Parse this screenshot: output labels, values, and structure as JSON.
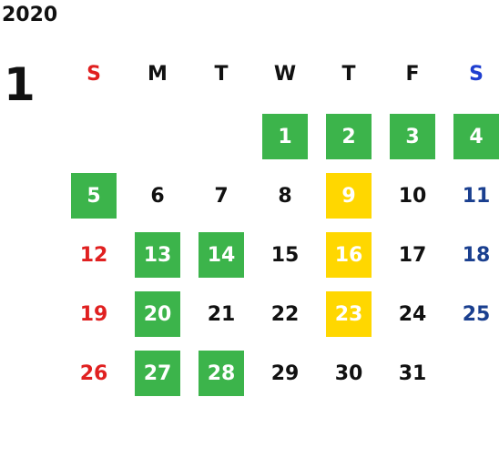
{
  "year": "2020",
  "month": "1",
  "weekdays": [
    "S",
    "M",
    "T",
    "W",
    "T",
    "F",
    "S"
  ],
  "colors": {
    "holiday_green": "#3cb44b",
    "highlight_yellow": "#ffd700",
    "sunday_red": "#e02020",
    "saturday_blue": "#1a3f8f",
    "saturday_header_blue": "#1f3fd0"
  },
  "weeks": [
    [
      null,
      null,
      null,
      {
        "d": "1",
        "mark": "green"
      },
      {
        "d": "2",
        "mark": "green"
      },
      {
        "d": "3",
        "mark": "green"
      },
      {
        "d": "4",
        "mark": "green"
      }
    ],
    [
      {
        "d": "5",
        "mark": "green"
      },
      {
        "d": "6"
      },
      {
        "d": "7"
      },
      {
        "d": "8"
      },
      {
        "d": "9",
        "mark": "yellow"
      },
      {
        "d": "10"
      },
      {
        "d": "11"
      }
    ],
    [
      {
        "d": "12"
      },
      {
        "d": "13",
        "mark": "green"
      },
      {
        "d": "14",
        "mark": "green"
      },
      {
        "d": "15"
      },
      {
        "d": "16",
        "mark": "yellow"
      },
      {
        "d": "17"
      },
      {
        "d": "18"
      }
    ],
    [
      {
        "d": "19"
      },
      {
        "d": "20",
        "mark": "green"
      },
      {
        "d": "21"
      },
      {
        "d": "22"
      },
      {
        "d": "23",
        "mark": "yellow"
      },
      {
        "d": "24"
      },
      {
        "d": "25"
      }
    ],
    [
      {
        "d": "26"
      },
      {
        "d": "27",
        "mark": "green"
      },
      {
        "d": "28",
        "mark": "green"
      },
      {
        "d": "29"
      },
      {
        "d": "30"
      },
      {
        "d": "31"
      },
      null
    ]
  ]
}
